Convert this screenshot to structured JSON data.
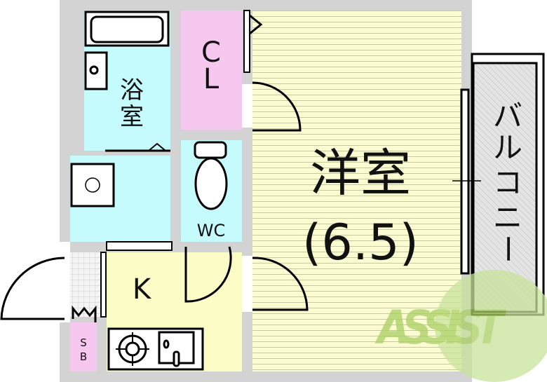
{
  "rooms": {
    "bath": {
      "label_1": "浴",
      "label_2": "室"
    },
    "closet": {
      "label_1": "C",
      "label_2": "L"
    },
    "toilet": {
      "label": "WC"
    },
    "western_room": {
      "label": "洋室",
      "size": "(6.5)"
    },
    "kitchen": {
      "label": "K"
    },
    "shoe_box": {
      "label_1": "S",
      "label_2": "B"
    },
    "balcony": {
      "label_1": "バ",
      "label_2": "ル",
      "label_3": "コ",
      "label_4": "ニ",
      "label_5": "ー"
    }
  },
  "watermark": {
    "text": "ASSIST"
  },
  "colors": {
    "wall": "#d3d3d3",
    "wet_area": "#c6fbfd",
    "closet": "#f6c8f0",
    "room": "#fcfcd2",
    "kitchen": "#fcfcc6",
    "watermark": "#b9dc7a"
  }
}
